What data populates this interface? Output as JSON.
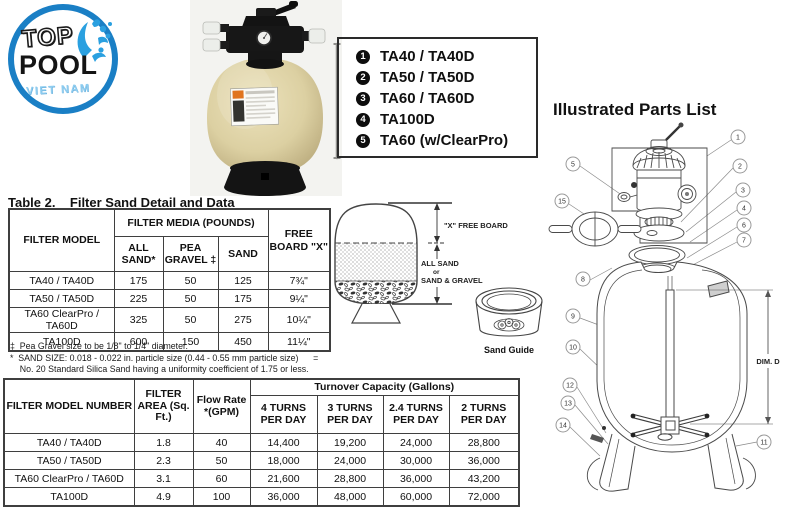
{
  "colors": {
    "logo_blue": "#1a7fc5",
    "splash_blue": "#2aa0e0",
    "tank_beige": "#ddd0a2",
    "valve_black": "#171717"
  },
  "logo": {
    "top": "TOP",
    "pool": "POOL",
    "country": "VIET NAM"
  },
  "models": {
    "items": [
      {
        "num": "1",
        "label": "TA40 / TA40D"
      },
      {
        "num": "2",
        "label": "TA50 / TA50D"
      },
      {
        "num": "3",
        "label": "TA60 / TA60D"
      },
      {
        "num": "4",
        "label": "TA100D"
      },
      {
        "num": "5",
        "label": "TA60 (w/ClearPro)"
      }
    ]
  },
  "parts": {
    "title": "Illustrated Parts List",
    "dim_label": "DIM. D",
    "callouts": [
      "1",
      "2",
      "3",
      "4",
      "5",
      "6",
      "7",
      "8",
      "9",
      "10",
      "11",
      "12",
      "13",
      "14",
      "15"
    ]
  },
  "table2": {
    "title": "Table 2.    Filter Sand Detail and Data",
    "headers": {
      "model": "FILTER MODEL",
      "media_group": "FILTER MEDIA (POUNDS)",
      "all_sand": "ALL SAND*",
      "pea_gravel": "PEA GRAVEL ‡",
      "sand": "SAND",
      "free_board": "FREE BOARD \"X\""
    },
    "rows": [
      [
        "TA40 / TA40D",
        "175",
        "50",
        "125",
        "7¾\""
      ],
      [
        "TA50 / TA50D",
        "225",
        "50",
        "175",
        "9¼\""
      ],
      [
        "TA60 ClearPro / TA60D",
        "325",
        "50",
        "275",
        "10¼\""
      ],
      [
        "TA100D",
        "600",
        "150",
        "450",
        "11¼\""
      ]
    ]
  },
  "sand_diagram": {
    "free_board": "\"X\" FREE BOARD",
    "all_sand": "ALL SAND",
    "or": "or",
    "sand_gravel": "SAND & GRAVEL",
    "sand_guide": "Sand Guide"
  },
  "footnotes": {
    "line1": "‡  Pea Gravel size to be 1/8\" to 1/4\" diameter.",
    "line2": "*  SAND SIZE: 0.018 - 0.022 in. particle size (0.44 - 0.55 mm particle size)      =",
    "line3": "    No. 20 Standard Silica Sand having a uniformity coefficient of 1.75 or less."
  },
  "capacity_table": {
    "headers": {
      "model": "FILTER MODEL NUMBER",
      "area": "FILTER AREA (Sq. Ft.)",
      "flow": "Flow Rate *(GPM)",
      "turnover_group": "Turnover Capacity (Gallons)",
      "turns4": "4 TURNS PER DAY",
      "turns3": "3 TURNS PER DAY",
      "turns24": "2.4 TURNS PER DAY",
      "turns2": "2 TURNS PER DAY"
    },
    "rows": [
      [
        "TA40 / TA40D",
        "1.8",
        "40",
        "14,400",
        "19,200",
        "24,000",
        "28,800"
      ],
      [
        "TA50 / TA50D",
        "2.3",
        "50",
        "18,000",
        "24,000",
        "30,000",
        "36,000"
      ],
      [
        "TA60 ClearPro / TA60D",
        "3.1",
        "60",
        "21,600",
        "28,800",
        "36,000",
        "43,200"
      ],
      [
        "TA100D",
        "4.9",
        "100",
        "36,000",
        "48,000",
        "60,000",
        "72,000"
      ]
    ]
  }
}
